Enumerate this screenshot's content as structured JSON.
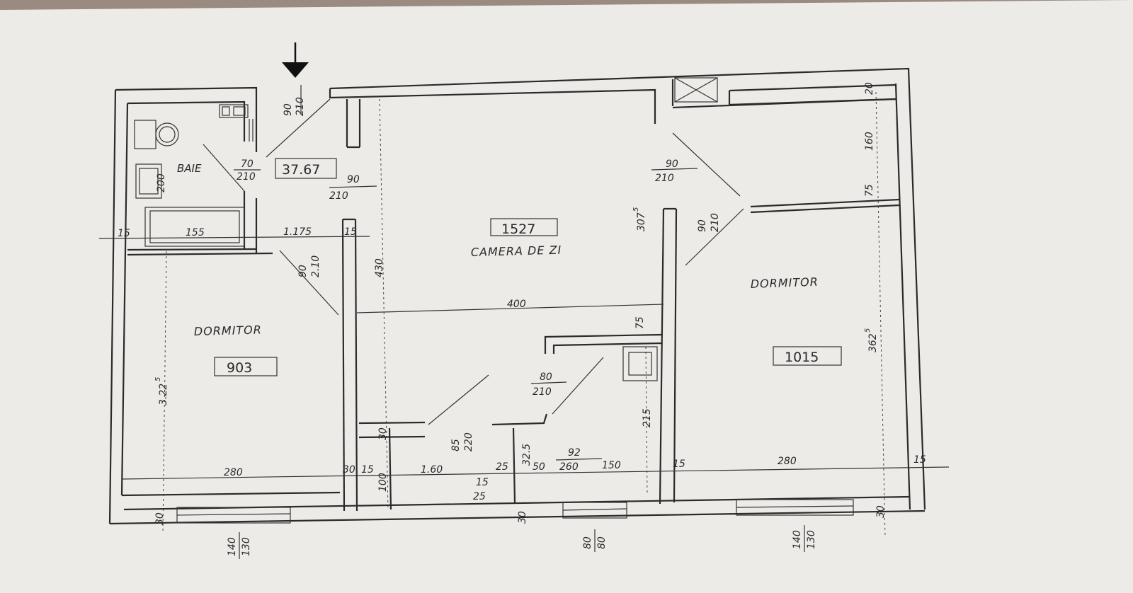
{
  "rooms": {
    "total_area": "37.67",
    "bath_label": "BAIE",
    "living_label": "CAMERA DE ZI",
    "living_area": "1527",
    "bed_left_label": "DORMITOR",
    "bed_left_area": "903",
    "bed_right_label": "DORMITOR",
    "bed_right_area": "1015"
  },
  "doors": {
    "entry_w": "90",
    "entry_h": "210",
    "bath_w": "70",
    "bath_h": "210",
    "hall_w": "90",
    "hall_h": "210",
    "bed_left_w": "90",
    "bed_left_h": "2.10",
    "kitchen_w": "80",
    "kitchen_h": "210",
    "pantry_w": "85",
    "pantry_h": "220",
    "right_top_w": "90",
    "right_top_h": "210",
    "right_mid_w": "90",
    "right_mid_h": "210",
    "bottom_w": "92",
    "bottom_h": "260"
  },
  "dims": {
    "d15a": "15",
    "d155": "155",
    "d1175": "1.175",
    "d15b": "15",
    "d200": "200",
    "d430": "430",
    "d400": "400",
    "d3075": "307",
    "d3075sup": "5",
    "d20": "20",
    "d160": "160",
    "d75a": "75",
    "d75b": "75",
    "d3225": "3.22",
    "d3225sup": "5",
    "d3625": "362",
    "d3625sup": "5",
    "d280a": "280",
    "d30a": "30",
    "d15c": "15",
    "d100": "100",
    "d160b": "1.60",
    "d30b": "30",
    "d25a": "25",
    "d325": "32.5",
    "d50": "50",
    "d150": "150",
    "d215": "215",
    "d15d": "15",
    "d280b": "280",
    "d15e": "15",
    "d15f": "15",
    "d25b": "25",
    "d30c": "30",
    "d30d": "30",
    "d30e": "30",
    "win1_a": "140",
    "win1_b": "130",
    "win2_a": "80",
    "win2_b": "80",
    "win3_a": "140",
    "win3_b": "130"
  },
  "icons": [
    "entry-arrow-icon",
    "toilet-icon",
    "sink-icon",
    "bathtub-icon",
    "ventilation-shaft-icon",
    "stove-icon"
  ],
  "colors": {
    "paper": "#ecebe8",
    "ink": "#2b2b2b",
    "table": "#9a8a80"
  }
}
